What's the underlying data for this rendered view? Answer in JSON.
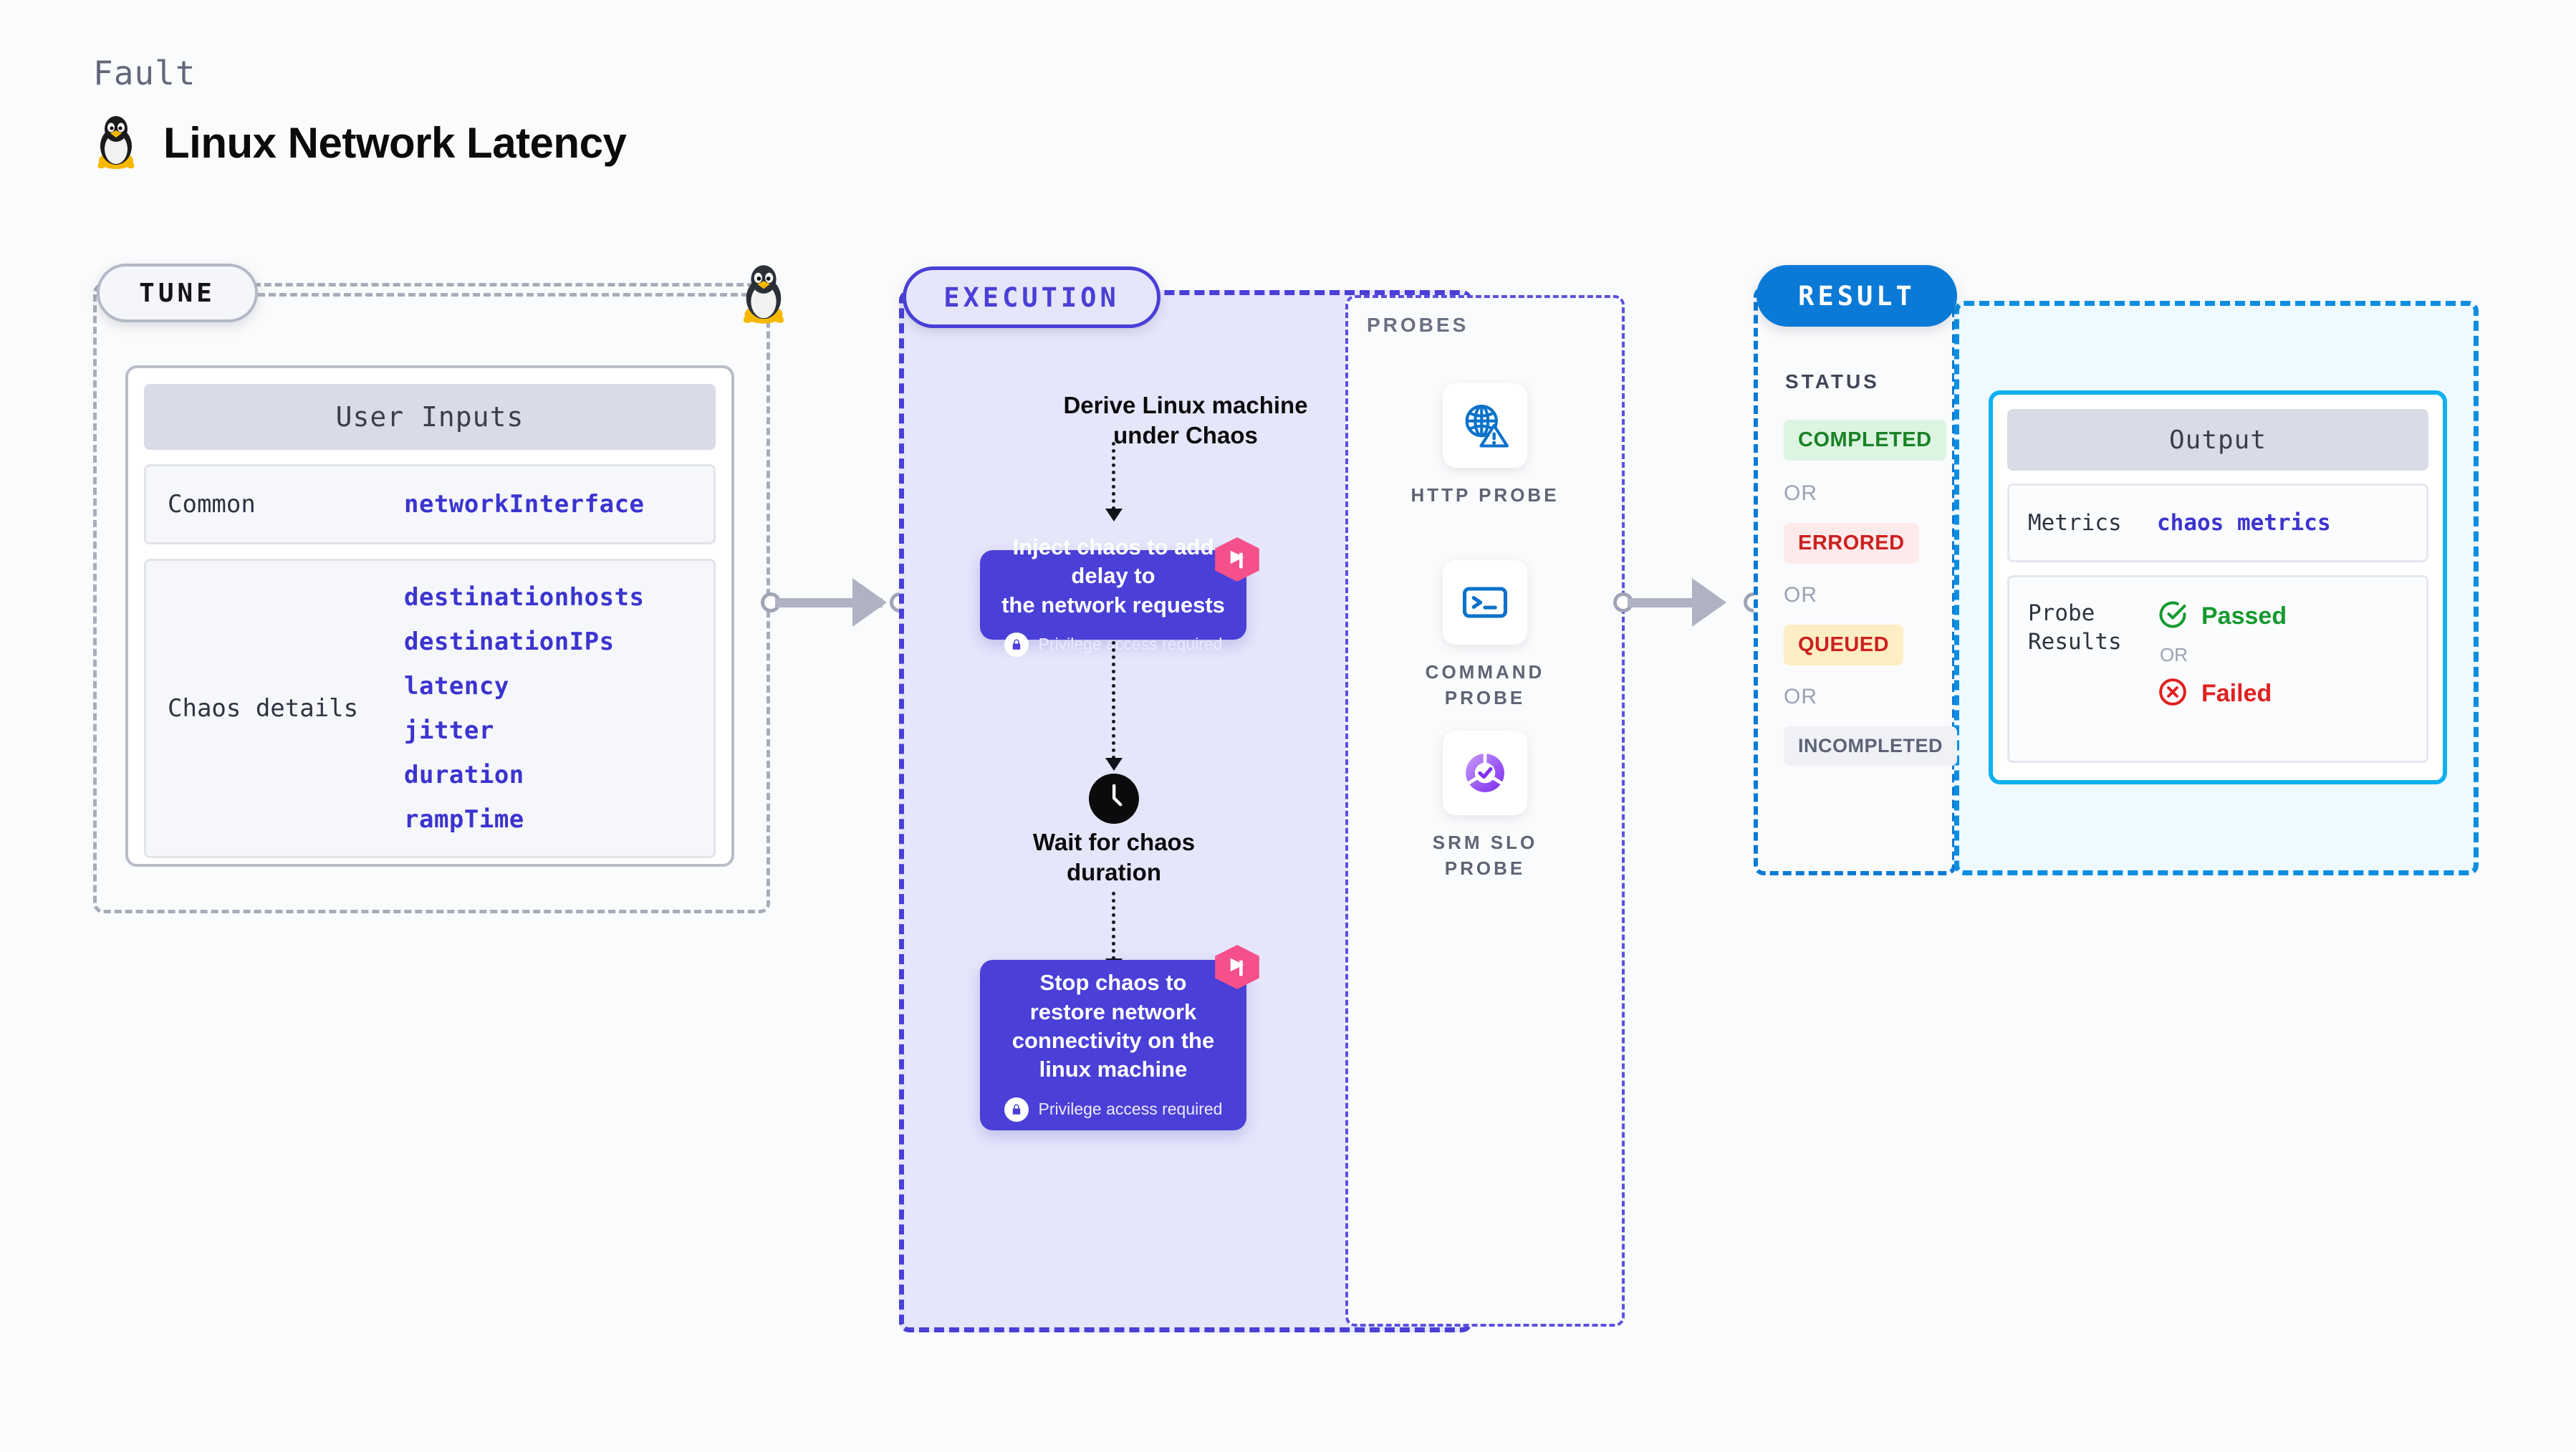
{
  "header": {
    "kicker": "Fault",
    "title": "Linux Network Latency",
    "icon": "linux-penguin-icon"
  },
  "tune": {
    "badge": "TUNE",
    "panel_title": "User Inputs",
    "rows": [
      {
        "key": "Common",
        "values": [
          "networkInterface"
        ]
      },
      {
        "key": "Chaos details",
        "values": [
          "destinationhosts",
          "destinationIPs",
          "latency",
          "jitter",
          "duration",
          "rampTime"
        ]
      }
    ]
  },
  "execution": {
    "badge": "EXECUTION",
    "steps": [
      {
        "type": "text",
        "label": "Derive Linux machine\nunder Chaos"
      },
      {
        "type": "chaos",
        "label": "Inject chaos to add delay to\nthe network requests",
        "privilege": "Privilege access required"
      },
      {
        "type": "wait",
        "label": "Wait for chaos\nduration",
        "icon": "clock-icon"
      },
      {
        "type": "chaos",
        "label": "Stop chaos to\nrestore network\nconnectivity on the\nlinux machine",
        "privilege": "Privilege access required"
      }
    ]
  },
  "probes": {
    "title": "PROBES",
    "items": [
      {
        "label": "HTTP PROBE",
        "icon": "globe-warning-icon"
      },
      {
        "label": "COMMAND PROBE",
        "icon": "terminal-prompt-icon"
      },
      {
        "label": "SRM SLO PROBE",
        "icon": "slo-donut-check-icon"
      }
    ]
  },
  "result": {
    "badge": "RESULT",
    "status_title": "STATUS",
    "or_label": "OR",
    "statuses": [
      {
        "label": "COMPLETED",
        "bg": "#dcf5e0",
        "fg": "#1a8227"
      },
      {
        "label": "ERRORED",
        "bg": "#fdeaea",
        "fg": "#cc2020"
      },
      {
        "label": "QUEUED",
        "bg": "#fdeec4",
        "fg": "#cc2020"
      },
      {
        "label": "INCOMPLETED",
        "bg": "#eff1f6",
        "fg": "#5c6376"
      }
    ],
    "output": {
      "panel_title": "Output",
      "metrics_key": "Metrics",
      "metrics_value": "chaos metrics",
      "probe_results_key": "Probe\nResults",
      "passed_label": "Passed",
      "failed_label": "Failed",
      "or_label": "OR",
      "passed_color": "#159a2f",
      "failed_color": "#e02020"
    }
  },
  "colors": {
    "chaos_purple": "#4a3fd6",
    "exec_fill": "#e6e6fb",
    "result_fill": "#eefaff",
    "accent_pink": "#f5508b",
    "probe_blue": "#0a72c9",
    "tune_grey": "#a7acba"
  }
}
